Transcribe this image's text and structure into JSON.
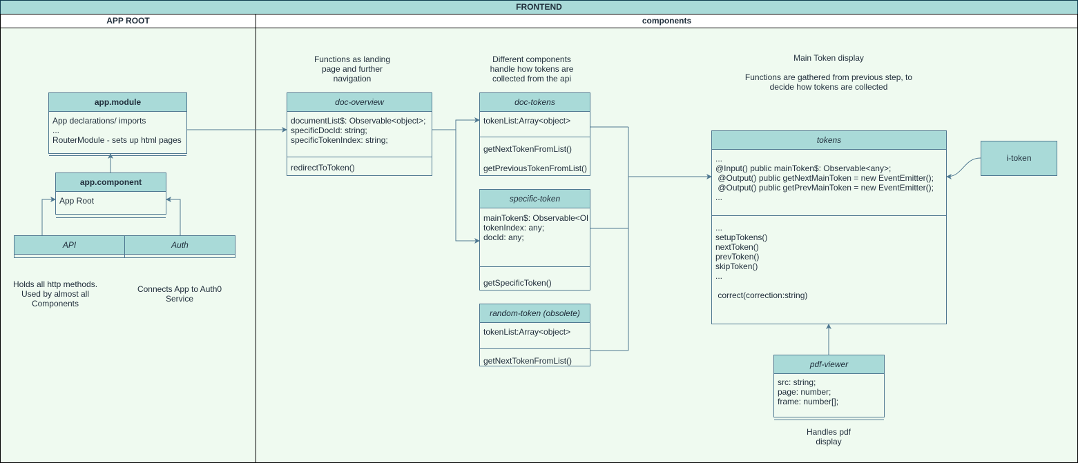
{
  "frame": {
    "title": "FRONTEND"
  },
  "lanes": {
    "left": "APP ROOT",
    "right": "components"
  },
  "classes": {
    "app_module": {
      "title": "app.module",
      "attrs": "App declarations/ imports\n...\nRouterModule - sets up html pages"
    },
    "app_component": {
      "title": "app.component",
      "attrs": "App Root"
    },
    "api": {
      "title": "API"
    },
    "auth": {
      "title": "Auth"
    },
    "doc_overview": {
      "title": "doc-overview",
      "attrs": "documentList$: Observable<object>;\nspecificDocId: string;\nspecificTokenIndex: string;",
      "methods": "redirectToToken()"
    },
    "doc_tokens": {
      "title": "doc-tokens",
      "attrs": "tokenList:Array<object>",
      "methods": "getNextTokenFromList()\n\ngetPreviousTokenFromList()"
    },
    "specific_token": {
      "title": "specific-token",
      "attrs": "mainToken$: Observable<Ol\ntokenIndex: any;\ndocId: any;",
      "methods": "getSpecificToken()"
    },
    "random_token": {
      "title": "random-token (obsolete)",
      "attrs": "tokenList:Array<object>",
      "methods": "getNextTokenFromList()"
    },
    "tokens": {
      "title": "tokens",
      "attrs": "...\n@Input() public mainToken$: Observable<any>;\n @Output() public getNextMainToken = new EventEmitter();\n @Output() public getPrevMainToken = new EventEmitter();\n...",
      "methods": "...\nsetupTokens()\nnextToken()\nprevToken()\nskipToken()\n...\n\n correct(correction:string)"
    },
    "pdf_viewer": {
      "title": "pdf-viewer",
      "attrs": "src: string;\npage: number;\nframe: number[];"
    },
    "i_token": {
      "title": "i-token"
    }
  },
  "notes": {
    "api": "Holds all http methods.\nUsed by almost all\nComponents",
    "auth": "Connects App to Auth0\nService",
    "landing": "Functions as landing\npage and further\nnavigation",
    "components": "Different components\nhandle how tokens are\ncollected from the api",
    "main_display": "Main Token display\n\nFunctions are gathered from previous step, to\ndecide how tokens are collected",
    "pdf": "Handles pdf\ndisplay"
  },
  "colors": {
    "header": "#a9dad8",
    "background": "#effaf0",
    "stroke": "#4f7891"
  }
}
